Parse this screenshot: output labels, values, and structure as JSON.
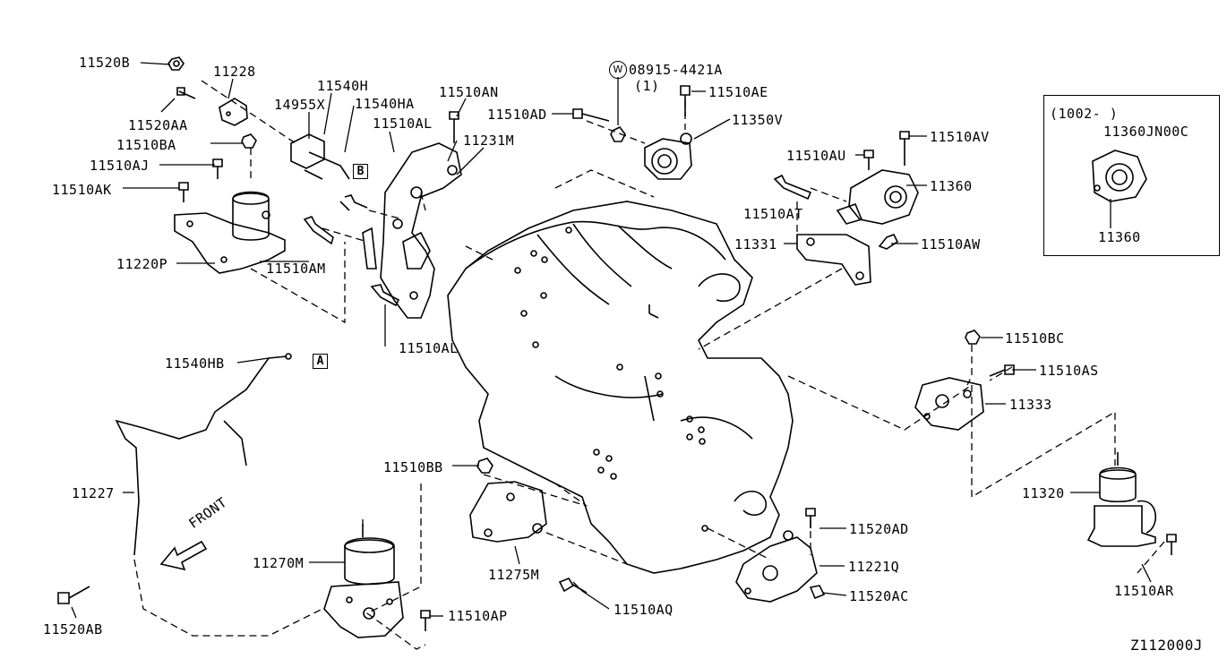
{
  "diagram_code": "Z112000J",
  "inset": {
    "range_label": "(1002-     )",
    "part_top": "11360JN00C",
    "part_bottom": "11360"
  },
  "washer_symbol": "W",
  "front_label": "FRONT",
  "tags": {
    "a": "A",
    "b": "B"
  },
  "labels": {
    "p11520B": "11520B",
    "p11228": "11228",
    "p11540H": "11540H",
    "p14955X": "14955X",
    "p11540HA": "11540HA",
    "p11510AN": "11510AN",
    "p11510AL_top": "11510AL",
    "p11231M": "11231M",
    "p11520AA": "11520AA",
    "p11510BA": "11510BA",
    "p11510AJ": "11510AJ",
    "p11510AK": "11510AK",
    "p11220P": "11220P",
    "p11510AM": "11510AM",
    "p11510AL_bottom": "11510AL",
    "p08915": "08915-4421A",
    "p08915_qty": "(1)",
    "p11510AE": "11510AE",
    "p11510AD": "11510AD",
    "p11350V": "11350V",
    "p11510AU": "11510AU",
    "p11510AV": "11510AV",
    "p11360": "11360",
    "p11510AT": "11510AT",
    "p11331": "11331",
    "p11510AW": "11510AW",
    "p11540HB": "11540HB",
    "p11510BC": "11510BC",
    "p11510AS": "11510AS",
    "p11333": "11333",
    "p11227": "11227",
    "p11510BB": "11510BB",
    "p11320": "11320",
    "p11520AD": "11520AD",
    "p11270M": "11270M",
    "p11275M": "11275M",
    "p11221Q": "11221Q",
    "p11510AQ": "11510AQ",
    "p11520AC": "11520AC",
    "p11510AR": "11510AR",
    "p11520AB": "11520AB",
    "p11510AP": "11510AP"
  }
}
